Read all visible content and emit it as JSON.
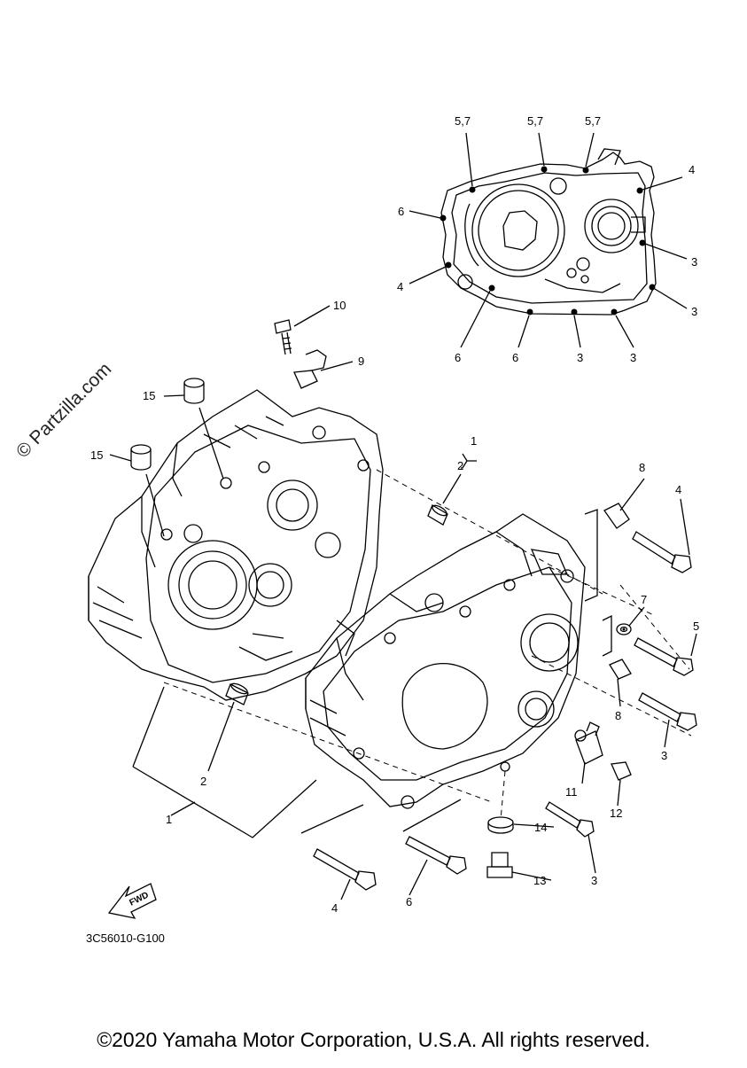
{
  "watermark": "© Partzilla.com",
  "diagram_code": "3C56010-G100",
  "copyright": "©2020 Yamaha Motor Corporation, U.S.A. All rights reserved.",
  "fwd_label": "FWD",
  "callouts": {
    "c_57a": "5,7",
    "c_57b": "5,7",
    "c_57c": "5,7",
    "c_4a": "4",
    "c_6a": "6",
    "c_3a": "3",
    "c_4b": "4",
    "c_3b": "3",
    "c_6b": "6",
    "c_6c": "6",
    "c_3c": "3",
    "c_3d": "3",
    "c_10": "10",
    "c_9": "9",
    "c_15a": "15",
    "c_15b": "15",
    "c_1a": "1",
    "c_2a": "2",
    "c_8a": "8",
    "c_4c": "4",
    "c_7": "7",
    "c_5": "5",
    "c_8b": "8",
    "c_3e": "3",
    "c_11": "11",
    "c_12": "12",
    "c_14": "14",
    "c_13": "13",
    "c_3f": "3",
    "c_2b": "2",
    "c_1b": "1",
    "c_4d": "4",
    "c_6d": "6"
  }
}
